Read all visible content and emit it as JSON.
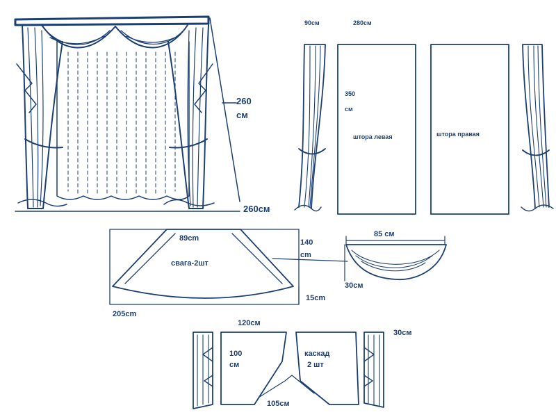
{
  "illustration": {
    "height_label_line1": "260",
    "height_label_line2": "см",
    "width_label": "260см"
  },
  "main_panels": {
    "side_width_label": "90см",
    "panel_width_label": "280см",
    "height_label_line1": "350",
    "height_label_line2": "см",
    "left_panel_title": "штора левая",
    "right_panel_title": "штора правая"
  },
  "swag": {
    "top_width_label": "89cm",
    "title": "свага-2шт",
    "height_label_line1": "140",
    "height_label_line2": "cm",
    "bottom_drop_label": "15cm",
    "bottom_width_label": "205cm",
    "small_width_label": "85 см",
    "small_depth_label": "30см"
  },
  "cascade": {
    "width_label": "120см",
    "side_label": "30см",
    "height_label_line1": "100",
    "height_label_line2": "см",
    "title_line1": "каскад",
    "title_line2": "2 шт",
    "bottom_label": "105см"
  },
  "colors": {
    "ink": "#1c3f73",
    "background": "#ffffff"
  }
}
